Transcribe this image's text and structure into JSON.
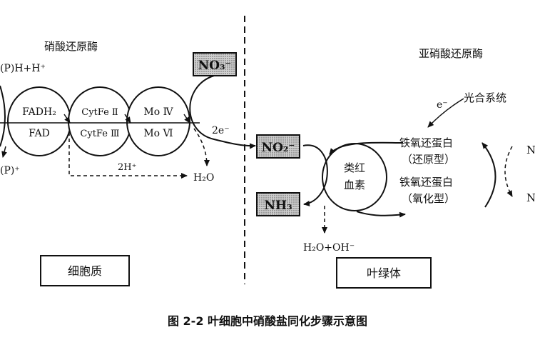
{
  "labels": {
    "nitrate_reductase": "硝酸还原酶",
    "nitrite_reductase": "亚硝酸还原酶",
    "nadph_h": "(P)H+H⁺",
    "nadp_plus": "(P)⁺",
    "fadh2": "FADH₂",
    "fad": "FAD",
    "cytfe_II": "CytFe Ⅱ",
    "cytfe_III": "CytFe Ⅲ",
    "mo_IV": "Mo Ⅳ",
    "mo_VI": "Mo Ⅵ",
    "no3": "NO₃⁻",
    "two_e": "2e⁻",
    "two_h": "2H⁺",
    "h2o": "H₂O",
    "no2": "NO₂⁻",
    "nh3": "NH₃",
    "siroheme_1": "类红",
    "siroheme_2": "血素",
    "h2o_oh": "H₂O+OH⁻",
    "e_minus": "e⁻",
    "photosystem": "光合系统",
    "fd_reduced_1": "铁氧还蛋白",
    "fd_reduced_2": "（还原型）",
    "fd_oxidized_1": "铁氧还蛋白",
    "fd_oxidized_2": "（氧化型）",
    "n_top": "N",
    "n_bottom": "N",
    "cytoplasm": "细胞质",
    "chloroplast": "叶绿体",
    "caption": "图 2-2  叶细胞中硝酸盐同化步骤示意图"
  }
}
